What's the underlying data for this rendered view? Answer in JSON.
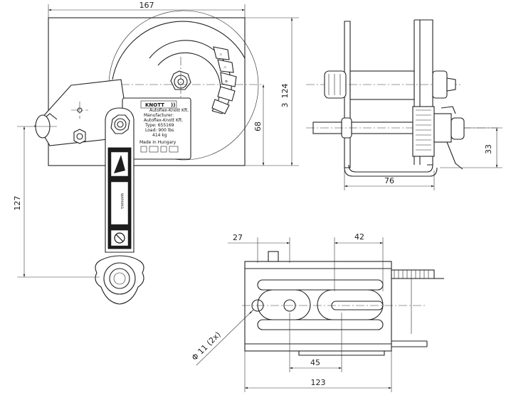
{
  "dimensions": {
    "width_top": "167",
    "height_right": "124",
    "height_right_b": "3",
    "height_inner": "68",
    "height_left": "127",
    "depth_side": "76",
    "offset_side": "33",
    "hole_left": "27",
    "slot_right": "42",
    "hole_spacing": "45",
    "plate_width": "123",
    "hole_dia": "Φ 11 (2x)"
  },
  "label_plate": {
    "brand": "KNOTT",
    "brand_mark": "))",
    "sub_brand": "Autoflex-Knott Kft.",
    "manufacturer_label": "Manufacturer:",
    "manufacturer": "Autoflex-Knott Kft.",
    "type": "Type: 655169",
    "load_lbs": "Load: 900 lbs",
    "load_kg": "414 kg",
    "made_in": "Made in Hungary"
  },
  "handle_label": {
    "warning": "WARNING"
  },
  "colors": {
    "line": "#222222",
    "background": "#ffffff",
    "label_dark": "#1d1d1d"
  }
}
